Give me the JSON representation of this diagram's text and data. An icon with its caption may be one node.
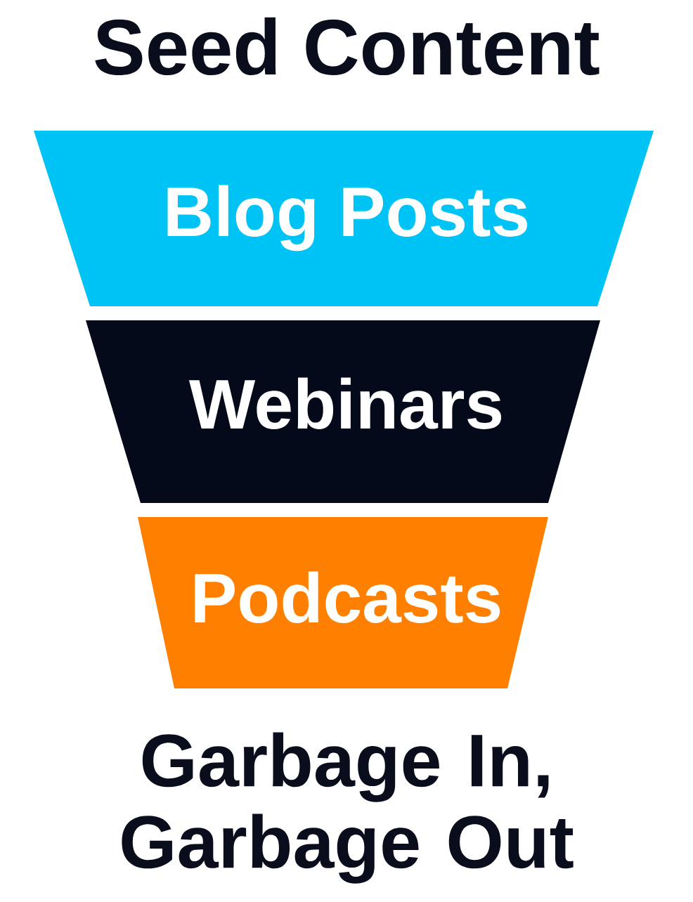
{
  "diagram": {
    "title": "Seed Content",
    "nodes": [
      {
        "text": [
          "Blog Posts"
        ]
      },
      {
        "text": [
          "Webinars"
        ]
      },
      {
        "text": [
          "Podcasts"
        ]
      }
    ],
    "caption": "Garbage In, Garbage Out"
  }
}
